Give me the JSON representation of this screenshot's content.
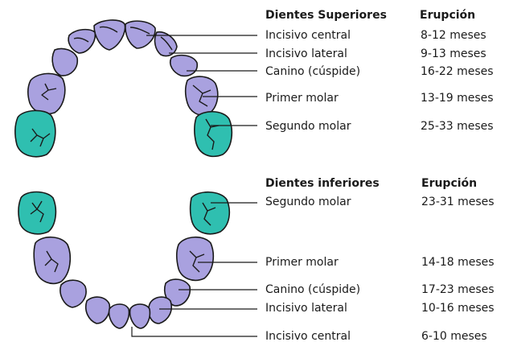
{
  "upper": {
    "heading": "Dientes Superiores",
    "eruption_heading": "Erupción",
    "rows": [
      {
        "name": "Incisivo central",
        "eruption": "8-12 meses"
      },
      {
        "name": "Incisivo lateral",
        "eruption": "9-13 meses"
      },
      {
        "name": "Canino (cúspide)",
        "eruption": "16-22 meses"
      },
      {
        "name": "Primer molar",
        "eruption": "13-19 meses"
      },
      {
        "name": "Segundo molar",
        "eruption": "25-33 meses"
      }
    ]
  },
  "lower": {
    "heading": "Dientes inferiores",
    "eruption_heading": "Erupción",
    "rows": [
      {
        "name": "Segundo molar",
        "eruption": "23-31 meses"
      },
      {
        "name": "Primer molar",
        "eruption": "14-18 meses"
      },
      {
        "name": "Canino (cúspide)",
        "eruption": "17-23 meses"
      },
      {
        "name": "Incisivo lateral",
        "eruption": "10-16 meses"
      },
      {
        "name": "Incisivo central",
        "eruption": "6-10 meses"
      }
    ]
  },
  "colors": {
    "front_teeth": "#a9a1df",
    "second_molar": "#2fbfb0",
    "outline": "#1a1a1a",
    "text": "#1a1a1a"
  }
}
